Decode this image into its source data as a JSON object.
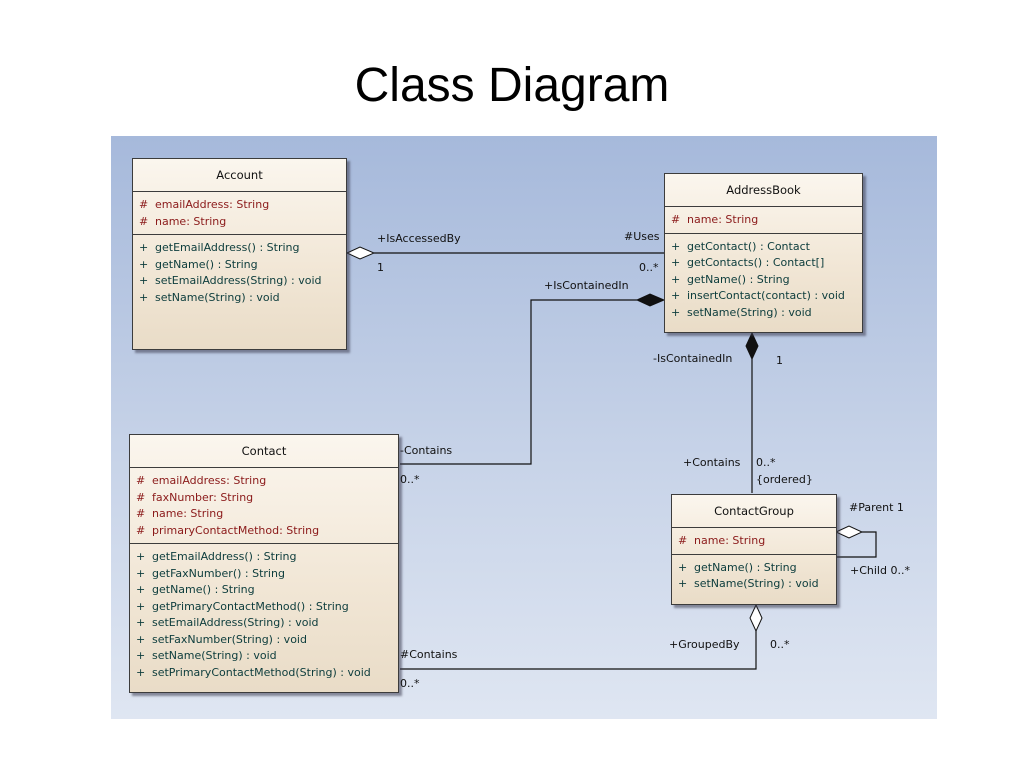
{
  "slide": {
    "title": "Class Diagram"
  },
  "classes": {
    "account": {
      "name": "Account",
      "attributes": [
        {
          "vis": "#",
          "text": "emailAddress:  String"
        },
        {
          "vis": "#",
          "text": "name:  String"
        }
      ],
      "operations": [
        {
          "vis": "+",
          "text": "getEmailAddress() : String"
        },
        {
          "vis": "+",
          "text": "getName() : String"
        },
        {
          "vis": "+",
          "text": "setEmailAddress(String) : void"
        },
        {
          "vis": "+",
          "text": "setName(String) : void"
        }
      ]
    },
    "addressbook": {
      "name": "AddressBook",
      "attributes": [
        {
          "vis": "#",
          "text": "name:  String"
        }
      ],
      "operations": [
        {
          "vis": "+",
          "text": "getContact() : Contact"
        },
        {
          "vis": "+",
          "text": "getContacts() : Contact[]"
        },
        {
          "vis": "+",
          "text": "getName() : String"
        },
        {
          "vis": "+",
          "text": "insertContact(contact) : void"
        },
        {
          "vis": "+",
          "text": "setName(String) : void"
        }
      ]
    },
    "contact": {
      "name": "Contact",
      "attributes": [
        {
          "vis": "#",
          "text": "emailAddress:  String"
        },
        {
          "vis": "#",
          "text": "faxNumber:  String"
        },
        {
          "vis": "#",
          "text": "name:  String"
        },
        {
          "vis": "#",
          "text": "primaryContactMethod:  String"
        }
      ],
      "operations": [
        {
          "vis": "+",
          "text": "getEmailAddress() : String"
        },
        {
          "vis": "+",
          "text": "getFaxNumber() : String"
        },
        {
          "vis": "+",
          "text": "getName() : String"
        },
        {
          "vis": "+",
          "text": "getPrimaryContactMethod() : String"
        },
        {
          "vis": "+",
          "text": "setEmailAddress(String) : void"
        },
        {
          "vis": "+",
          "text": "setFaxNumber(String) : void"
        },
        {
          "vis": "+",
          "text": "setName(String) : void"
        },
        {
          "vis": "+",
          "text": "setPrimaryContactMethod(String) : void"
        }
      ]
    },
    "contactgroup": {
      "name": "ContactGroup",
      "attributes": [
        {
          "vis": "#",
          "text": "name:  String"
        }
      ],
      "operations": [
        {
          "vis": "+",
          "text": "getName() : String"
        },
        {
          "vis": "+",
          "text": "setName(String) : void"
        }
      ]
    }
  },
  "labels": {
    "is_accessed_by": "+IsAccessedBy",
    "one_account": "1",
    "uses": "#Uses",
    "uses_mult": "0..*",
    "is_contained_in_ab": "+IsContainedIn",
    "contains_contact": "-Contains",
    "contains_contact_mult": "0..*",
    "is_contained_in_cg": "-IsContainedIn",
    "one_cg": "1",
    "plus_contains": "+Contains",
    "plus_contains_mult": "0..*",
    "ordered": "{ordered}",
    "parent": "#Parent 1",
    "child": "+Child 0..*",
    "grouped_by": "+GroupedBy",
    "grouped_by_mult": "0..*",
    "hash_contains": "#Contains",
    "hash_contains_mult": "0..*"
  },
  "colors": {
    "attribute_text": "#8b1a1a",
    "operation_text": "#0c3c3c",
    "canvas_top": "#a6b9db",
    "canvas_bottom": "#dfe6f2"
  }
}
